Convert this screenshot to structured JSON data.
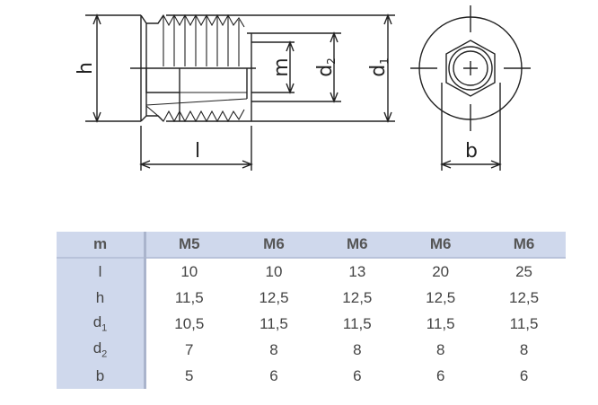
{
  "drawing": {
    "labels": {
      "h": "h",
      "l": "l",
      "m": "m",
      "d2": "d",
      "d2_sub": "2",
      "d1": "d",
      "d1_sub": "1",
      "b": "b"
    }
  },
  "table": {
    "header": {
      "label": "m",
      "values": [
        "M5",
        "M6",
        "M6",
        "M6",
        "M6"
      ]
    },
    "rows": [
      {
        "label": "l",
        "sub": "",
        "values": [
          "10",
          "10",
          "13",
          "20",
          "25"
        ]
      },
      {
        "label": "h",
        "sub": "",
        "values": [
          "11,5",
          "12,5",
          "12,5",
          "12,5",
          "12,5"
        ]
      },
      {
        "label": "d",
        "sub": "1",
        "values": [
          "10,5",
          "11,5",
          "11,5",
          "11,5",
          "11,5"
        ]
      },
      {
        "label": "d",
        "sub": "2",
        "values": [
          "7",
          "8",
          "8",
          "8",
          "8"
        ]
      },
      {
        "label": "b",
        "sub": "",
        "values": [
          "5",
          "6",
          "6",
          "6",
          "6"
        ]
      }
    ]
  }
}
